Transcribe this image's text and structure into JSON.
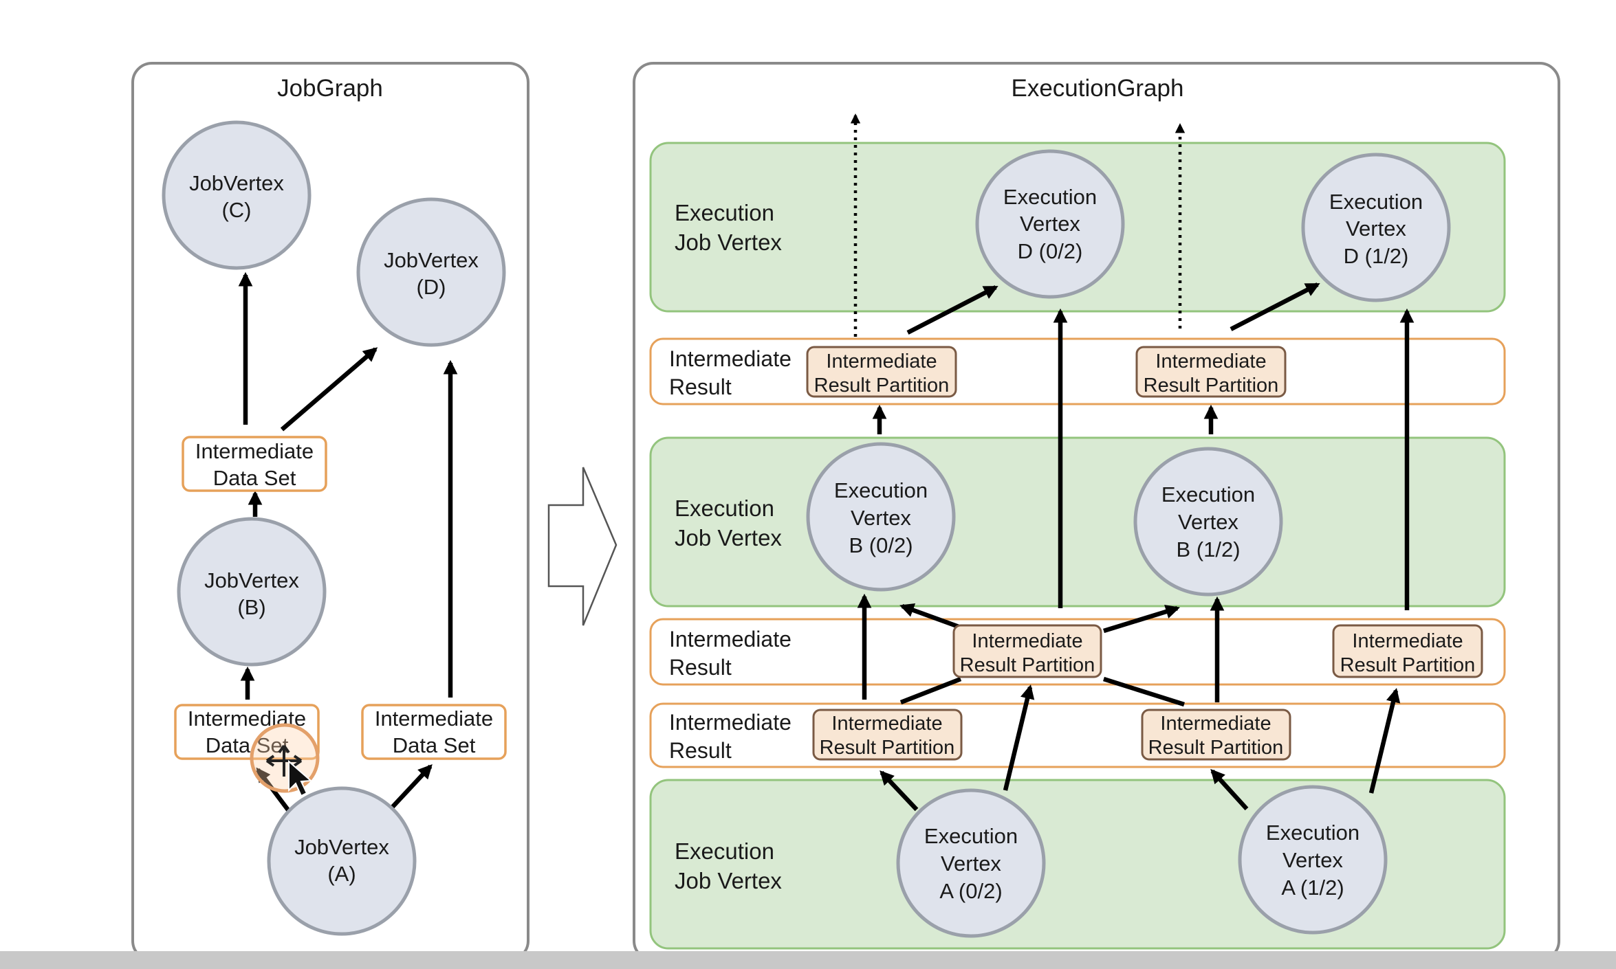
{
  "job_graph": {
    "title": "JobGraph",
    "vertex_c": [
      "JobVertex",
      "(C)"
    ],
    "vertex_d": [
      "JobVertex",
      "(D)"
    ],
    "vertex_b": [
      "JobVertex",
      "(B)"
    ],
    "vertex_a": [
      "JobVertex",
      "(A)"
    ],
    "dataset_top": [
      "Intermediate",
      "Data Set"
    ],
    "dataset_bottom_left": [
      "Intermediate",
      "Data Set"
    ],
    "dataset_bottom_right": [
      "Intermediate",
      "Data Set"
    ]
  },
  "execution_graph": {
    "title": "ExecutionGraph",
    "band_execution_label": [
      "Execution",
      "Job Vertex"
    ],
    "band_intermediate_label": [
      "Intermediate",
      "Result"
    ],
    "partition_label": [
      "Intermediate",
      "Result Partition"
    ],
    "vertex_d0": [
      "Execution",
      "Vertex",
      "D (0/2)"
    ],
    "vertex_d1": [
      "Execution",
      "Vertex",
      "D (1/2)"
    ],
    "vertex_b0": [
      "Execution",
      "Vertex",
      "B (0/2)"
    ],
    "vertex_b1": [
      "Execution",
      "Vertex",
      "B (1/2)"
    ],
    "vertex_a0": [
      "Execution",
      "Vertex",
      "A (0/2)"
    ],
    "vertex_a1": [
      "Execution",
      "Vertex",
      "A (1/2)"
    ]
  },
  "colors": {
    "execution_band": "#d9ead3",
    "intermediate_band_border": "#e6a15a",
    "partition_fill": "#f8e6d4",
    "vertex_fill": "#dfe3ec"
  },
  "icons": [
    "cursor-move-icon",
    "transform-arrow-icon"
  ]
}
